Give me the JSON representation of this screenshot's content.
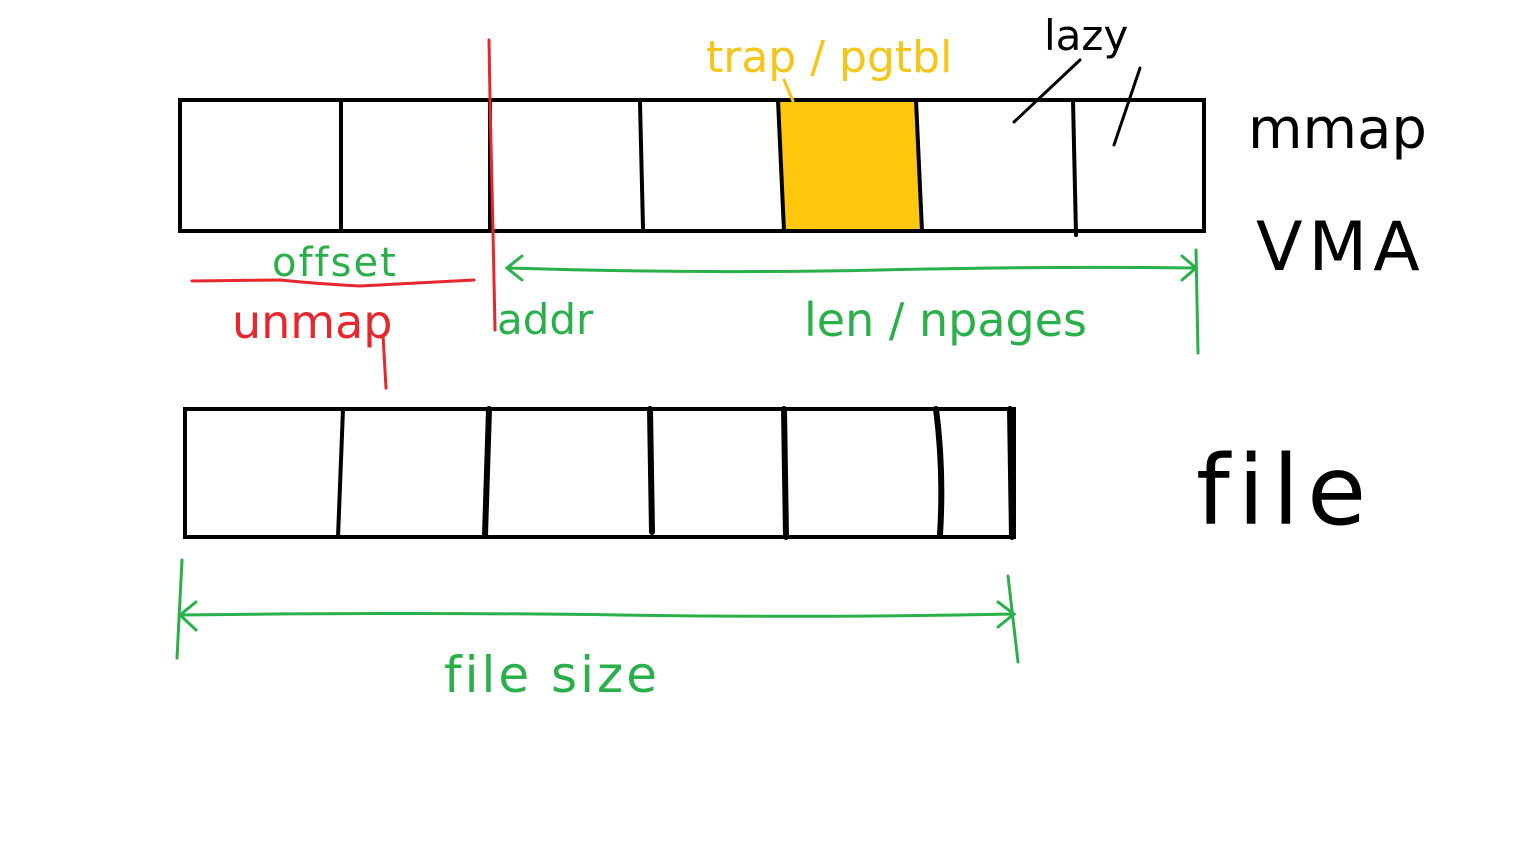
{
  "diagram": {
    "colors": {
      "ink": "#000000",
      "green": "#2ab04a",
      "red": "#e8262d",
      "yellow": "#f5c518",
      "highlight_fill": "#ffc80e"
    },
    "labels": {
      "trap": "trap / pgtbl",
      "lazy": "lazy",
      "mmap": "mmap",
      "vma": "VMA",
      "offset": "offset",
      "unmap": "unmap",
      "addr": "addr",
      "len": "len / npages",
      "file": "file",
      "file_size": "file size"
    }
  }
}
